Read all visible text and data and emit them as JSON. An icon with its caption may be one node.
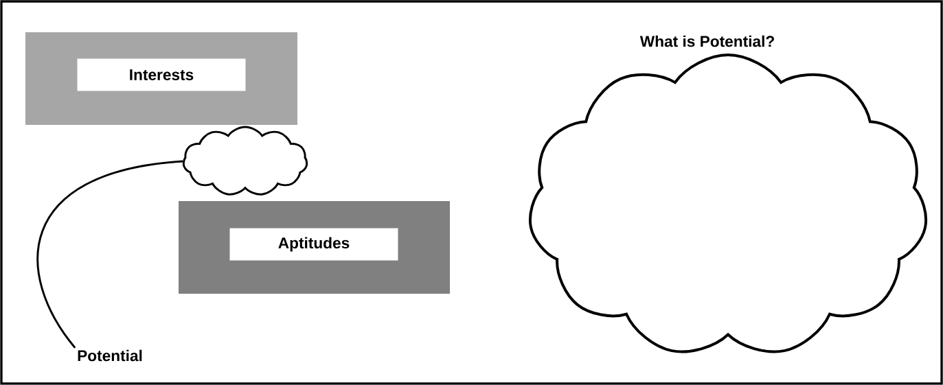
{
  "diagram": {
    "nodes": [
      {
        "text": [
          "Interests"
        ]
      },
      {
        "text": [],
        "shape": "cloud"
      },
      {
        "text": [
          "Aptitudes"
        ]
      },
      {
        "text": [
          "Potential"
        ]
      },
      {
        "text": [
          "What is Potential?"
        ]
      }
    ],
    "edges": [
      {
        "from": 3,
        "to": 1,
        "arrow": "none"
      }
    ]
  }
}
